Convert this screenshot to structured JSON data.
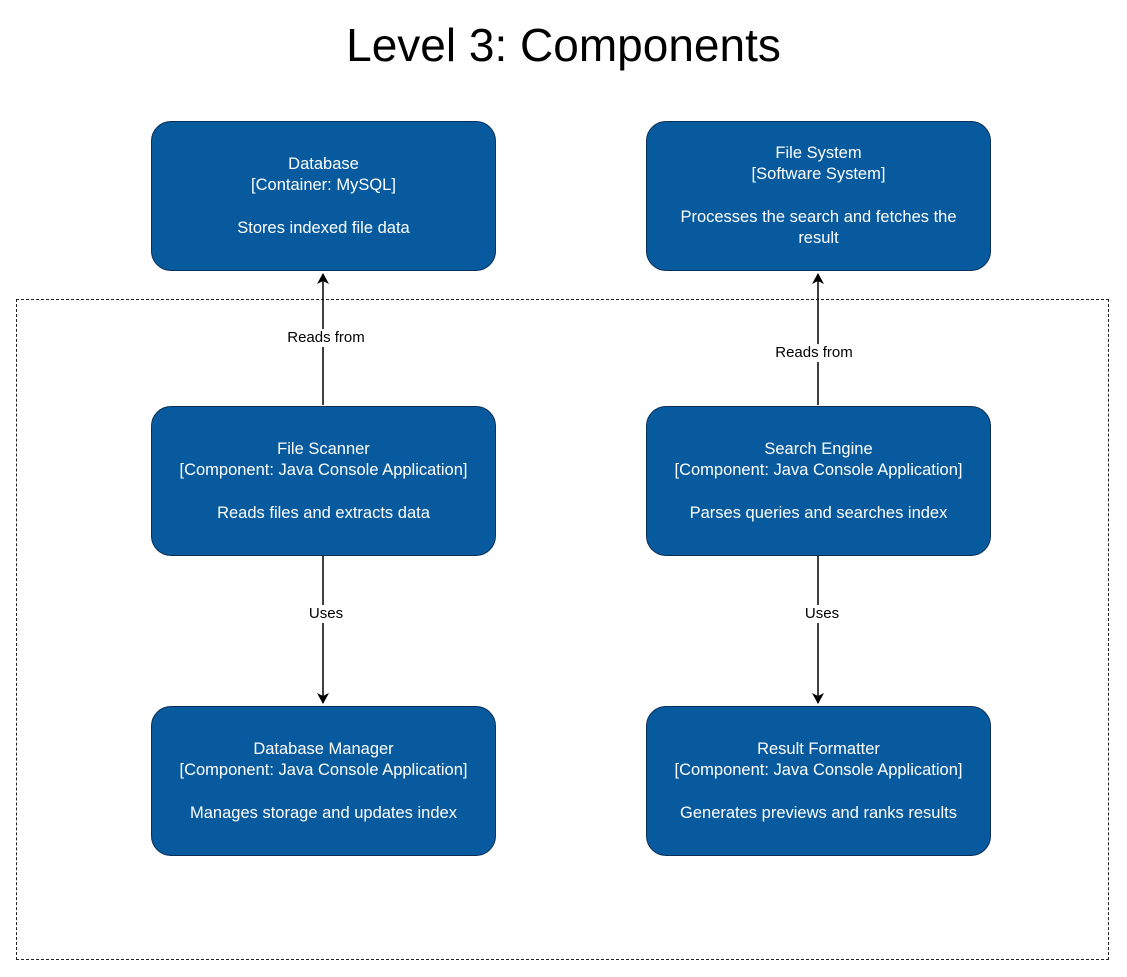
{
  "title": "Level 3: Components",
  "nodes": {
    "database": {
      "name": "Database",
      "type": "[Container: MySQL]",
      "description": "Stores indexed file data"
    },
    "file_system": {
      "name": "File System",
      "type": "[Software System]",
      "description": "Processes the search and fetches the result"
    },
    "file_scanner": {
      "name": "File Scanner",
      "type": "[Component: Java Console Application]",
      "description": "Reads files and extracts data"
    },
    "search_engine": {
      "name": "Search Engine",
      "type": "[Component: Java Console Application]",
      "description": "Parses queries and searches index"
    },
    "database_manager": {
      "name": "Database Manager",
      "type": "[Component: Java Console Application]",
      "description": "Manages storage and updates index"
    },
    "result_formatter": {
      "name": "Result Formatter",
      "type": "[Component: Java Console Application]",
      "description": "Generates previews and ranks results"
    }
  },
  "edges": {
    "scanner_to_database": {
      "label": "Reads from"
    },
    "engine_to_file_system": {
      "label": "Reads from"
    },
    "scanner_to_manager": {
      "label": "Uses"
    },
    "engine_to_formatter": {
      "label": "Uses"
    }
  },
  "colors": {
    "node_fill": "#075a9e",
    "node_border": "#0b2f57",
    "node_text": "#ffffff",
    "edge": "#000000"
  }
}
